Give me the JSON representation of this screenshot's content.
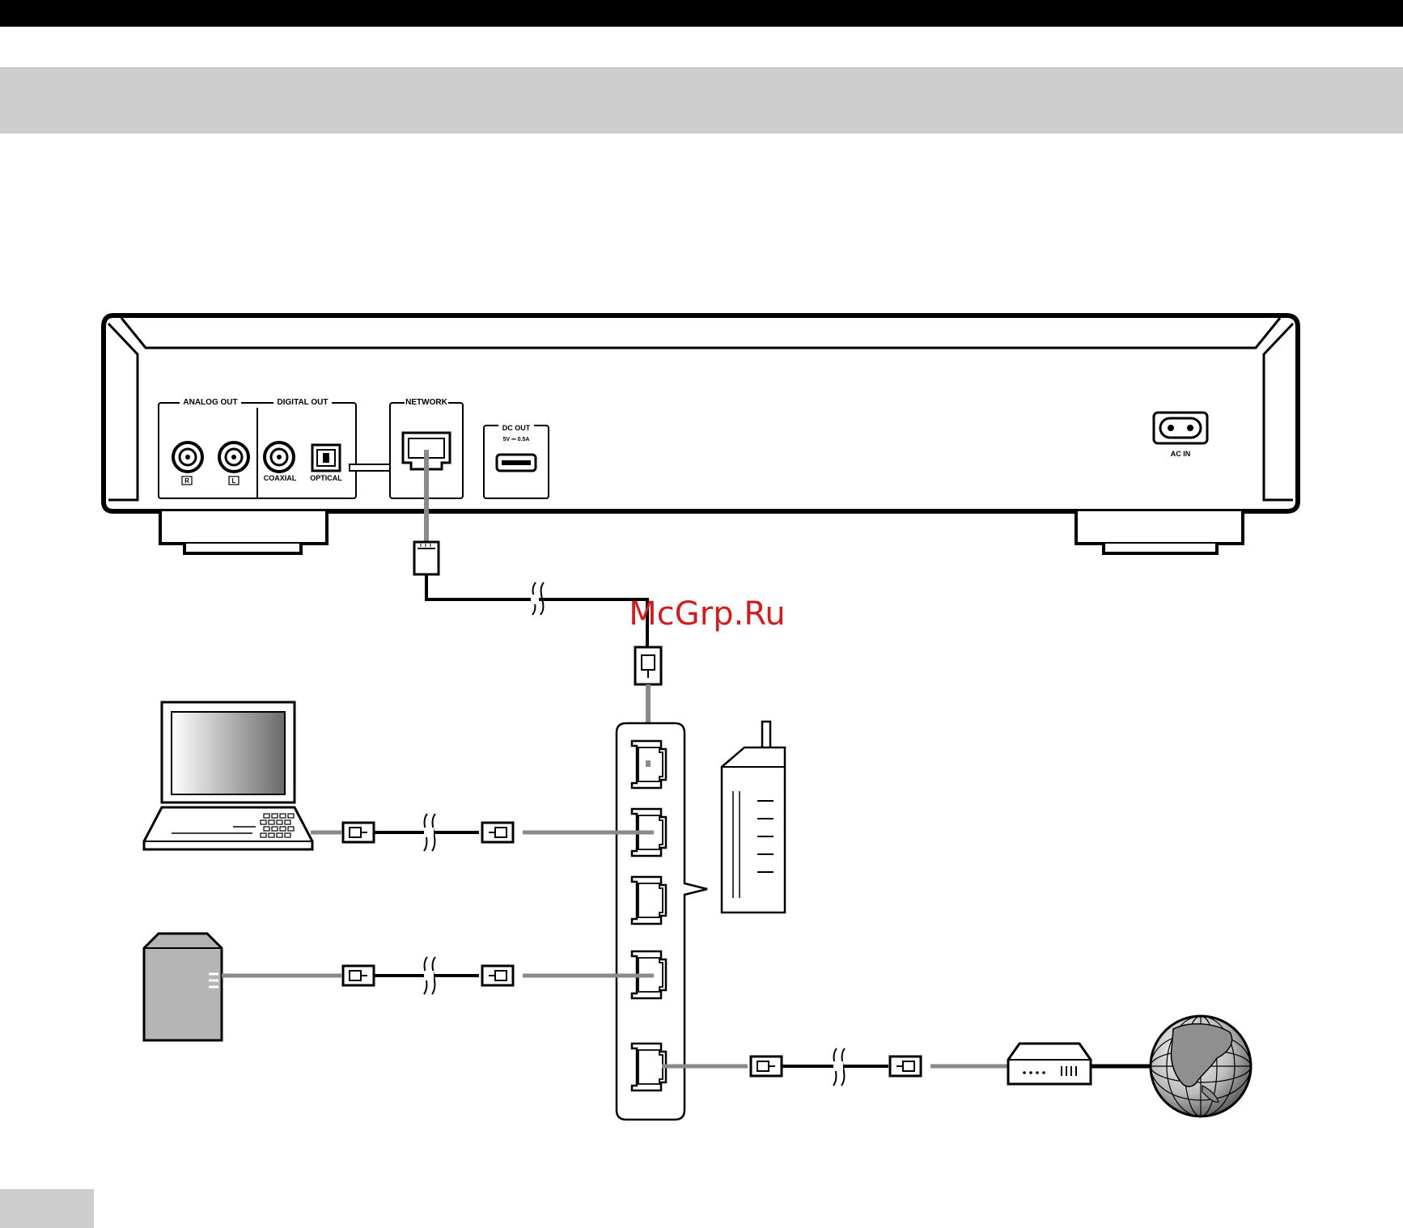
{
  "panel": {
    "analog_out": "ANALOG OUT",
    "digital_out": "DIGITAL OUT",
    "r_label": "R",
    "l_label": "L",
    "coaxial": "COAXIAL",
    "optical": "OPTICAL",
    "network": "NETWORK",
    "dc_out": "DC OUT",
    "dc_rating": "5V ⎓ 0.5A",
    "ac_in": "AC IN"
  },
  "watermark": "McGrp.Ru",
  "colors": {
    "line": "#000000",
    "cable_gray": "#8a8a8a",
    "band_gray": "#cdcdcd",
    "watermark": "#cc1f1f"
  },
  "icons": [
    "player-rear-panel",
    "laptop-icon",
    "nas-icon",
    "router-hub-icon",
    "wireless-router-icon",
    "modem-icon",
    "globe-icon",
    "lan-plug-icon"
  ]
}
